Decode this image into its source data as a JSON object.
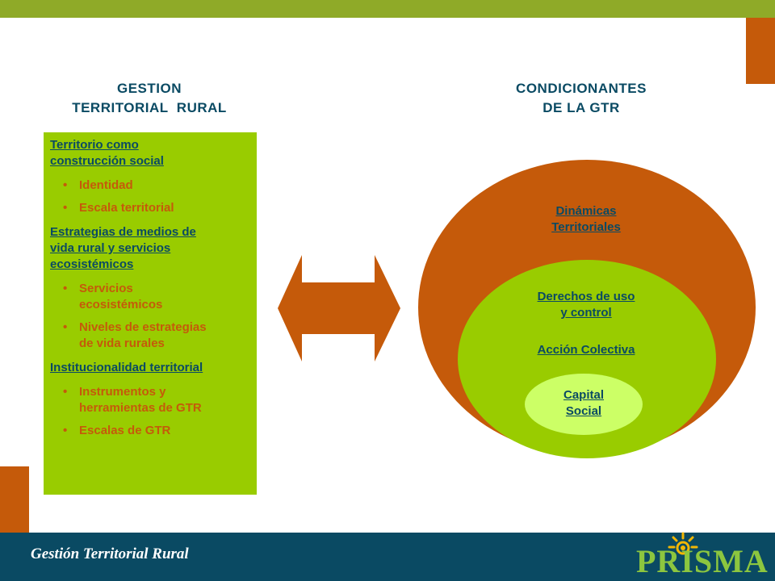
{
  "left_heading": [
    "GESTION",
    "TERRITORIAL  RURAL"
  ],
  "right_heading": [
    "CONDICIONANTES",
    "DE LA GTR"
  ],
  "sections": [
    {
      "title": [
        "Territorio como",
        "construcción social"
      ],
      "items": [
        [
          "Identidad"
        ],
        [
          "Escala territorial"
        ]
      ]
    },
    {
      "title": [
        "Estrategias de medios de",
        "vida rural y servicios",
        "ecosistémicos"
      ],
      "items": [
        [
          "Servicios",
          "ecosistémicos"
        ],
        [
          "Niveles de estrategias",
          "de vida rurales"
        ]
      ]
    },
    {
      "title": [
        "Institucionalidad territorial"
      ],
      "items": [
        [
          "Instrumentos y",
          "herramientas de GTR"
        ],
        [
          "Escalas de GTR"
        ]
      ]
    }
  ],
  "circles": {
    "outer": [
      "Dinámicas",
      "Territoriales"
    ],
    "middle_1": [
      "Derechos de uso",
      "y control"
    ],
    "middle_2": [
      "Acción Colectiva"
    ],
    "inner": [
      "Capital",
      "Social"
    ]
  },
  "footer": {
    "title": "Gestión Territorial Rural",
    "logo": "PRISMA"
  },
  "colors": {
    "olive": "#8faa28",
    "orange": "#c55a0a",
    "green": "#99cc00",
    "light_green": "#ccff66",
    "navy": "#0a4a63"
  }
}
